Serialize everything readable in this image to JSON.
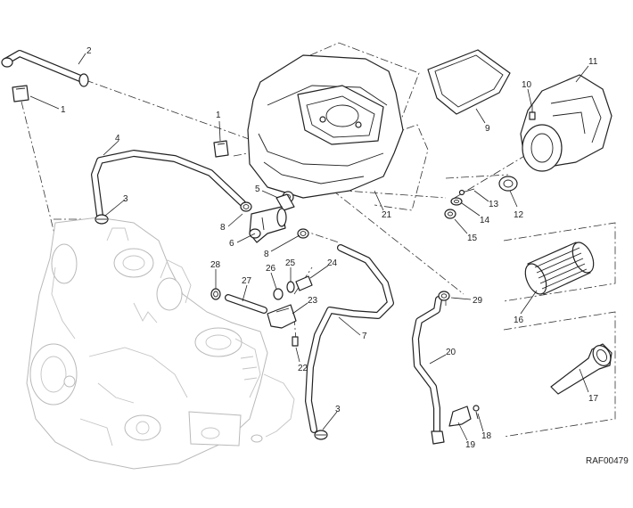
{
  "callouts": [
    {
      "id": "c1a",
      "text": "1"
    },
    {
      "id": "c1b",
      "text": "1"
    },
    {
      "id": "c2",
      "text": "2"
    },
    {
      "id": "c3a",
      "text": "3"
    },
    {
      "id": "c3b",
      "text": "3"
    },
    {
      "id": "c4",
      "text": "4"
    },
    {
      "id": "c5",
      "text": "5"
    },
    {
      "id": "c6",
      "text": "6"
    },
    {
      "id": "c7",
      "text": "7"
    },
    {
      "id": "c8a",
      "text": "8"
    },
    {
      "id": "c8b",
      "text": "8"
    },
    {
      "id": "c9",
      "text": "9"
    },
    {
      "id": "c10",
      "text": "10"
    },
    {
      "id": "c11",
      "text": "11"
    },
    {
      "id": "c12",
      "text": "12"
    },
    {
      "id": "c13",
      "text": "13"
    },
    {
      "id": "c14",
      "text": "14"
    },
    {
      "id": "c15",
      "text": "15"
    },
    {
      "id": "c16",
      "text": "16"
    },
    {
      "id": "c17",
      "text": "17"
    },
    {
      "id": "c18",
      "text": "18"
    },
    {
      "id": "c19",
      "text": "19"
    },
    {
      "id": "c20",
      "text": "20"
    },
    {
      "id": "c21",
      "text": "21"
    },
    {
      "id": "c22",
      "text": "22"
    },
    {
      "id": "c23",
      "text": "23"
    },
    {
      "id": "c24",
      "text": "24"
    },
    {
      "id": "c25",
      "text": "25"
    },
    {
      "id": "c26",
      "text": "26"
    },
    {
      "id": "c27",
      "text": "27"
    },
    {
      "id": "c28",
      "text": "28"
    },
    {
      "id": "c29",
      "text": "29"
    }
  ],
  "reference_code": "RAF00479"
}
